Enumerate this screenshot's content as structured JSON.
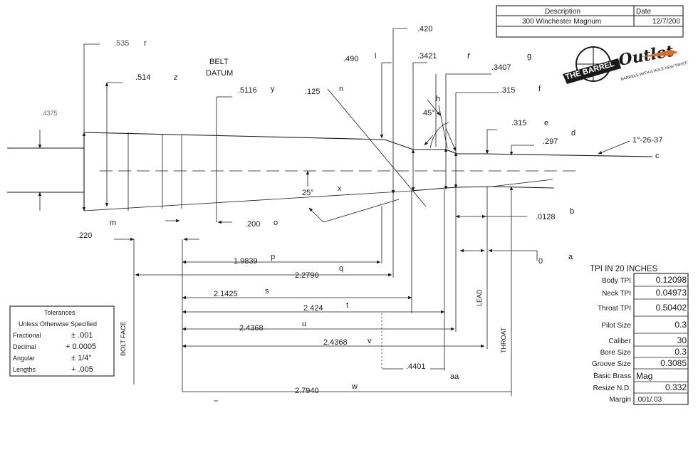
{
  "header": {
    "col_description": "Description",
    "col_date": "Date",
    "description": "300 Winchester Magnum",
    "date": "12/7/200"
  },
  "logo": {
    "name": "THE BARREL",
    "script": "Outlet",
    "tagline": "BARRELS WITH A HOLE NEW TWIST!"
  },
  "labels": {
    "belt_datum_1": "BELT",
    "belt_datum_2": "DATUM",
    "belt_face": "BOLT FACE",
    "lead": "LEAD",
    "throat": "THROAT",
    "angle_45": "45°",
    "angle_25": "25°",
    "angle_rifling": "1°-26-37"
  },
  "dimensions": {
    "d_4375": ".4375",
    "d_535": ".535",
    "d_514": ".514",
    "d_5116": ".5116",
    "d_125": ".125",
    "d_490": ".490",
    "d_420": ".420",
    "d_3421": ".3421",
    "d_3407": ".3407",
    "d_315a": ".315",
    "d_315b": ".315",
    "d_297": ".297",
    "d_220": ".220",
    "d_200": ".200",
    "d_0128": ".0128",
    "d_0": "0",
    "d_19839": "1.9839",
    "d_22790": "2.2790",
    "d_21425": "2.1425",
    "d_2424": "2.424",
    "d_24368a": "2.4368",
    "d_24368b": "2.4368",
    "d_4401": ".4401",
    "d_27940": "2.7940"
  },
  "letters": {
    "r": "r",
    "z": "z",
    "y": "y",
    "n": "n",
    "l": "l",
    "f1": "f",
    "g": "g",
    "h": "h",
    "f2": "f",
    "e": "e",
    "d": "d",
    "c": "c",
    "x": "x",
    "m": "m",
    "o": "o",
    "b": "b",
    "a": "a",
    "p": "p",
    "q": "q",
    "s": "s",
    "t": "t",
    "u": "u",
    "v": "v",
    "aa": "aa",
    "w": "w"
  },
  "tolerances": {
    "title": "Tolerances",
    "subtitle": "Unless Otherwise Specified",
    "rows": [
      {
        "label": "Fractional",
        "value": "± .001"
      },
      {
        "label": "Decimal",
        "value": "+ 0.0005"
      },
      {
        "label": "Angular",
        "value": "± 1/4°"
      },
      {
        "label": "Lengths",
        "value": "+ .005"
      }
    ]
  },
  "tpi_table": {
    "title": "TPI IN 20  INCHES",
    "rows": [
      {
        "label": "Body TPI",
        "value": "0.12098"
      },
      {
        "label": "Neck TPI",
        "value": "0.04973"
      },
      {
        "label": "Throat TPI",
        "value": "0.50402"
      },
      {
        "label": "Pilot Size",
        "value": "0.3"
      },
      {
        "label": "Caliber",
        "value": "30"
      },
      {
        "label": "Bore Size",
        "value": "0.3"
      },
      {
        "label": "Groove Size",
        "value": "0.3085"
      },
      {
        "label": "Basic Brass",
        "value": "Mag"
      },
      {
        "label": "Resize N.D.",
        "value": "0.332"
      },
      {
        "label": "Margin",
        "value": ".001/.03"
      }
    ]
  }
}
